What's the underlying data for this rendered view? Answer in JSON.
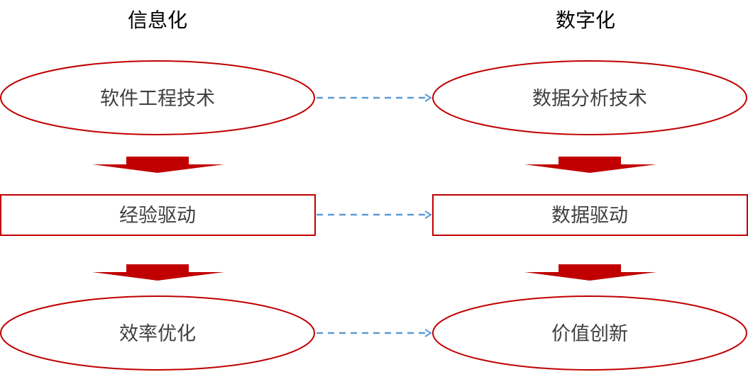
{
  "columns": {
    "left": {
      "title": "信息化",
      "nodes": {
        "top": "软件工程技术",
        "middle": "经验驱动",
        "bottom": "效率优化"
      }
    },
    "right": {
      "title": "数字化",
      "nodes": {
        "top": "数据分析技术",
        "middle": "数据驱动",
        "bottom": "价值创新"
      }
    }
  },
  "colors": {
    "outline": "#c00000",
    "down_arrow": "#c00000",
    "dashed_arrow": "#5b9bd5",
    "title_text": "#000000",
    "node_text": "#404040"
  }
}
